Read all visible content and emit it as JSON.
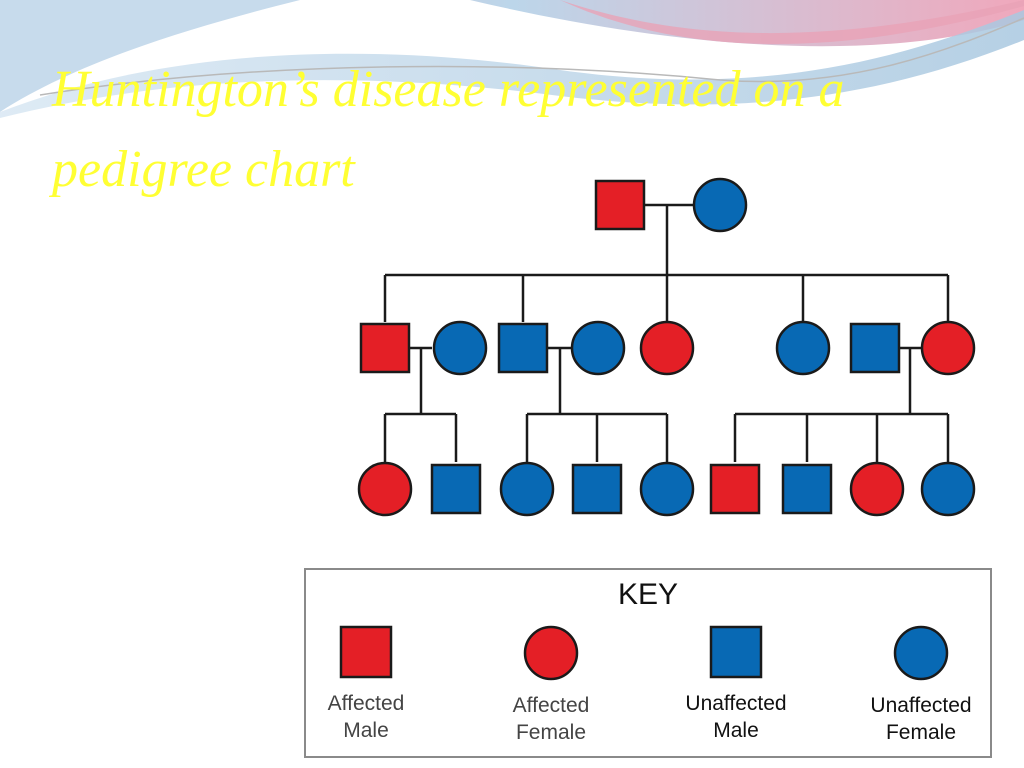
{
  "slide": {
    "title": "Huntington’s disease represented on a pedigree chart"
  },
  "colors": {
    "affected": "#e41f26",
    "unaffected": "#0869b4",
    "outline": "#1a1a1a",
    "line": "#1a1a1a",
    "title": "#ffff33"
  },
  "pedigree": {
    "generations": [
      {
        "members": [
          {
            "sex": "male",
            "status": "affected"
          },
          {
            "sex": "female",
            "status": "unaffected"
          }
        ]
      },
      {
        "members": [
          {
            "sex": "male",
            "status": "affected"
          },
          {
            "sex": "female",
            "status": "unaffected"
          },
          {
            "sex": "male",
            "status": "unaffected"
          },
          {
            "sex": "female",
            "status": "unaffected"
          },
          {
            "sex": "female",
            "status": "affected"
          },
          {
            "sex": "female",
            "status": "unaffected"
          },
          {
            "sex": "male",
            "status": "unaffected"
          },
          {
            "sex": "female",
            "status": "affected"
          }
        ]
      },
      {
        "members": [
          {
            "sex": "female",
            "status": "affected"
          },
          {
            "sex": "male",
            "status": "unaffected"
          },
          {
            "sex": "female",
            "status": "unaffected"
          },
          {
            "sex": "male",
            "status": "unaffected"
          },
          {
            "sex": "female",
            "status": "unaffected"
          },
          {
            "sex": "male",
            "status": "affected"
          },
          {
            "sex": "male",
            "status": "unaffected"
          },
          {
            "sex": "female",
            "status": "affected"
          },
          {
            "sex": "female",
            "status": "unaffected"
          }
        ]
      }
    ]
  },
  "key": {
    "title": "KEY",
    "entries": [
      {
        "label": "Affected\nMale",
        "sex": "male",
        "status": "affected"
      },
      {
        "label": "Affected\nFemale",
        "sex": "female",
        "status": "affected"
      },
      {
        "label": "Unaffected\nMale",
        "sex": "male",
        "status": "unaffected"
      },
      {
        "label": "Unaffected\nFemale",
        "sex": "female",
        "status": "unaffected"
      }
    ]
  }
}
